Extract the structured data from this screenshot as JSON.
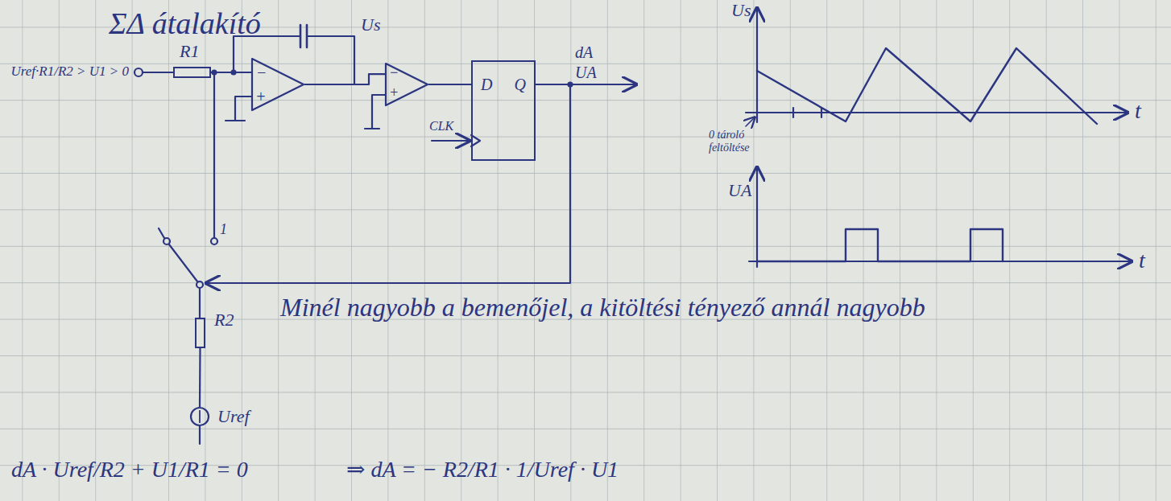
{
  "diagram": {
    "title": "ΣΔ átalakító",
    "nodes": [
      {
        "text": [
          "R1"
        ]
      },
      {
        "text": [
          "−",
          "+"
        ]
      },
      {
        "text": [
          "−",
          "+"
        ]
      },
      {
        "text": [
          "D",
          "Q",
          "CLK"
        ]
      },
      {
        "text": [
          "R2"
        ]
      },
      {
        "text": [
          "Uref"
        ]
      }
    ],
    "edges": [
      {
        "from": 0,
        "to": 1,
        "arrow": "none"
      },
      {
        "from": 1,
        "to": 2,
        "arrow": "none"
      },
      {
        "from": 2,
        "to": 3,
        "arrow": "none"
      },
      {
        "from": 4,
        "to": 5,
        "arrow": "none"
      }
    ],
    "labels": [
      "Uref·R1/R2 > U1 > 0",
      "Us",
      "dA",
      "UA",
      "1",
      "Us",
      "t",
      "0 tároló feltöltése",
      "UA",
      "t",
      "Minél nagyobb a bemenőjel, a kitöltési tényező annál nagyobb",
      "dA · Uref/R2 + U1/R1 = 0",
      "⇒ dA = − R2/R1 · 1/Uref · U1"
    ]
  }
}
